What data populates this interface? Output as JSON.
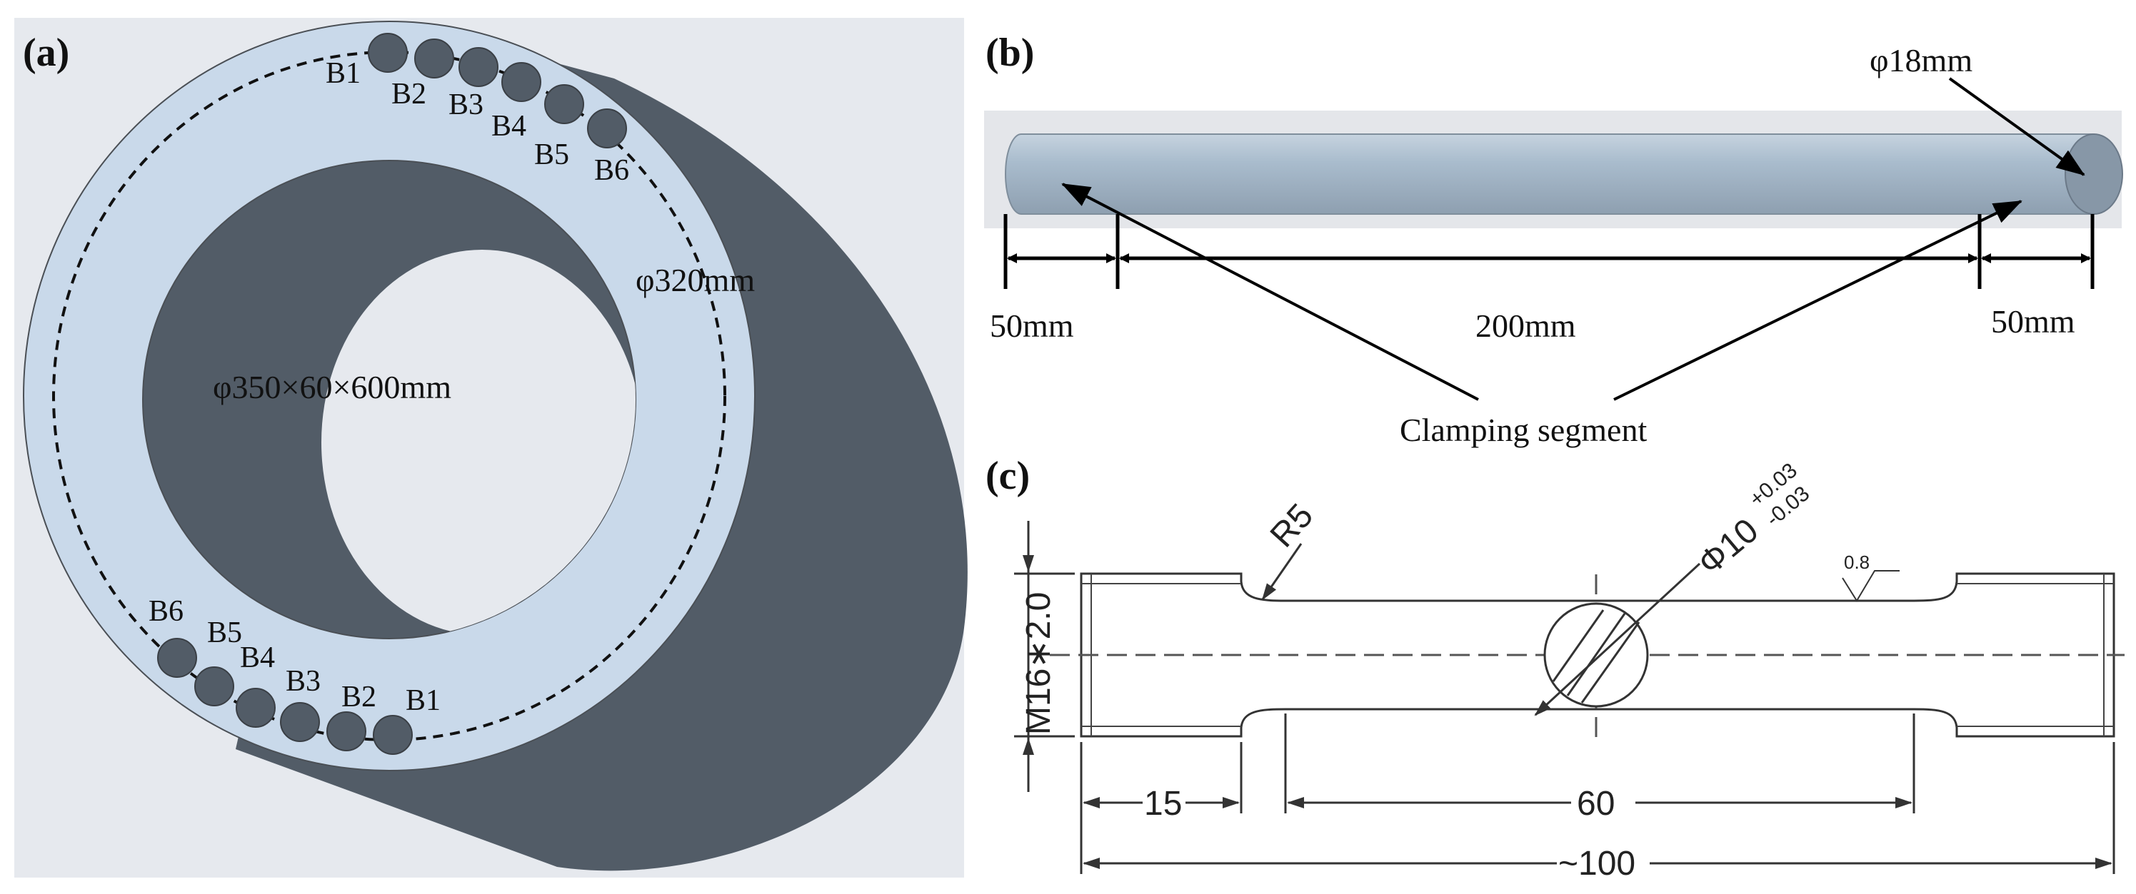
{
  "panels": {
    "a": {
      "label": "(a)",
      "tube_dims": "φ350×60×600mm",
      "circle_dia": "φ320mm",
      "holes_top": [
        "B1",
        "B2",
        "B3",
        "B4",
        "B5",
        "B6"
      ],
      "holes_bottom": [
        "B6",
        "B5",
        "B4",
        "B3",
        "B2",
        "B1"
      ]
    },
    "b": {
      "label": "(b)",
      "rod_dia": "φ18mm",
      "left_len": "50mm",
      "mid_len": "200mm",
      "right_len": "50mm",
      "clamp_label": "Clamping segment"
    },
    "c": {
      "label": "(c)",
      "thread": "M16∗2.0",
      "radius": "R5",
      "gauge_dia": "Φ10",
      "tol_plus": "+0.03",
      "tol_minus": "-0.03",
      "roughness": "0.8",
      "len_thread": "15",
      "len_gauge": "60",
      "len_total": "~100"
    }
  },
  "colors": {
    "tube_dark": "#525c67",
    "ring_light": "#c9d9ea",
    "bg_grey": "#e6e9ee",
    "rod_blue": "#a9bccd"
  }
}
